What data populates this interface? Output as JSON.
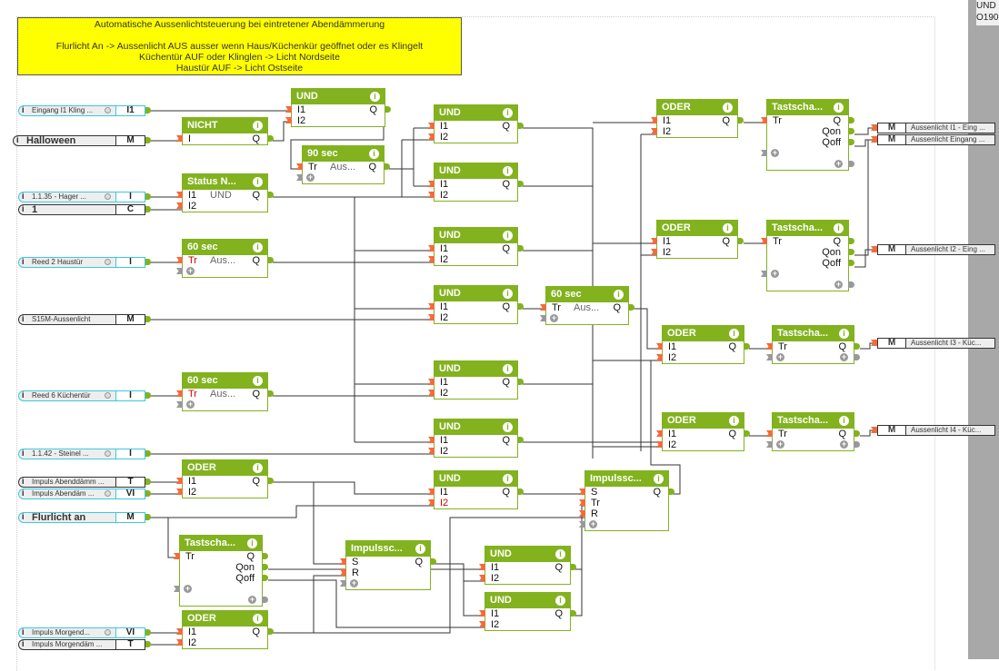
{
  "note": {
    "line1": "Automatische Aussenlichtsteuerung bei eintretener Abendämmerung",
    "line2": "Flurlicht An -> Aussenlicht AUS ausser wenn Haus/Küchenkür geöffnet oder es Klingelt",
    "line3": "Küchentür AUF oder Klinglen -> Licht Nordseite",
    "line4": "Haustür AUF -> Licht Ostseite"
  },
  "side_panel": {
    "line1": "UND",
    "line2": "O190"
  },
  "colors": {
    "block": "#82b21e",
    "input_pin": "#f26b3a",
    "note_bg": "#ffff00",
    "cyan": "#3cc8dc",
    "panel": "#a8a8a8"
  },
  "inputs": [
    {
      "label": "Eingang I1 Kling ...",
      "type": "I1"
    },
    {
      "label": "Halloween",
      "type": "M"
    },
    {
      "label": "1.1.35 - Hager ...",
      "type": "I"
    },
    {
      "label": "1",
      "type": "C"
    },
    {
      "label": "Reed 2 Haustür",
      "type": "I"
    },
    {
      "label": "S15M-Aussenlicht",
      "type": "M"
    },
    {
      "label": "Reed 6 Küchentür",
      "type": "I"
    },
    {
      "label": "1.1.42 - Steinel ...",
      "type": "I"
    },
    {
      "label": "Impuls Abenddämm ...",
      "type": "T"
    },
    {
      "label": "Impuls Abendäm ...",
      "type": "VI"
    },
    {
      "label": "Flurlicht an",
      "type": "M"
    },
    {
      "label": "Impuls Morgend...",
      "type": "VI"
    },
    {
      "label": "Impuls Morgendäm ...",
      "type": "T"
    }
  ],
  "outputs": [
    {
      "type": "M",
      "label": "Aussenlicht I1 - Eing ..."
    },
    {
      "type": "M",
      "label": "Aussenlicht Eingang ..."
    },
    {
      "type": "M",
      "label": "Aussenlicht I2 - Eing ..."
    },
    {
      "type": "M",
      "label": "Aussenlicht I3 - Küc..."
    },
    {
      "type": "M",
      "label": "Aussenlicht I4 - Küc..."
    }
  ],
  "blocks": {
    "und_top": {
      "title": "UND",
      "in": [
        "I1",
        "I2"
      ],
      "out": [
        "Q"
      ]
    },
    "nicht": {
      "title": "NICHT",
      "in": [
        "I"
      ],
      "out": [
        "Q"
      ]
    },
    "timer90": {
      "title": "90 sec",
      "in": [
        "Tr"
      ],
      "mid": "Aus...",
      "out": [
        "Q"
      ]
    },
    "status": {
      "title": "Status N...",
      "in": [
        "I1",
        "I2"
      ],
      "mid": "UND",
      "out": [
        "Q"
      ]
    },
    "timer60a": {
      "title": "60 sec",
      "in": [
        "Tr"
      ],
      "mid": "Aus...",
      "out": [
        "Q"
      ]
    },
    "timer60b": {
      "title": "60 sec",
      "in": [
        "Tr"
      ],
      "mid": "Aus...",
      "out": [
        "Q"
      ]
    },
    "timer60c": {
      "title": "60 sec",
      "in": [
        "Tr"
      ],
      "mid": "Aus...",
      "out": [
        "Q"
      ]
    },
    "und1": {
      "title": "UND",
      "in": [
        "I1",
        "I2"
      ],
      "out": [
        "Q"
      ]
    },
    "und2": {
      "title": "UND",
      "in": [
        "I1",
        "I2"
      ],
      "out": [
        "Q"
      ]
    },
    "und3": {
      "title": "UND",
      "in": [
        "I1",
        "I2"
      ],
      "out": [
        "Q"
      ]
    },
    "und4": {
      "title": "UND",
      "in": [
        "I1",
        "I2"
      ],
      "out": [
        "Q"
      ]
    },
    "und5": {
      "title": "UND",
      "in": [
        "I1",
        "I2"
      ],
      "out": [
        "Q"
      ]
    },
    "und6": {
      "title": "UND",
      "in": [
        "I1",
        "I2"
      ],
      "out": [
        "Q"
      ]
    },
    "und7": {
      "title": "UND",
      "in": [
        "I1",
        "I2"
      ],
      "out": [
        "Q"
      ]
    },
    "und8": {
      "title": "UND",
      "in": [
        "I1",
        "I2"
      ],
      "out": [
        "Q"
      ]
    },
    "und9": {
      "title": "UND",
      "in": [
        "I1",
        "I2"
      ],
      "out": [
        "Q"
      ]
    },
    "oder1": {
      "title": "ODER",
      "in": [
        "I1",
        "I2"
      ],
      "out": [
        "Q"
      ]
    },
    "oder2": {
      "title": "ODER",
      "in": [
        "I1",
        "I2"
      ],
      "out": [
        "Q"
      ]
    },
    "oder3": {
      "title": "ODER",
      "in": [
        "I1",
        "I2"
      ],
      "out": [
        "Q"
      ]
    },
    "oder4": {
      "title": "ODER",
      "in": [
        "I1",
        "I2"
      ],
      "out": [
        "Q"
      ]
    },
    "oder_abend": {
      "title": "ODER",
      "in": [
        "I1",
        "I2"
      ],
      "out": [
        "Q"
      ]
    },
    "oder_morgen": {
      "title": "ODER",
      "in": [
        "I1",
        "I2"
      ],
      "out": [
        "Q"
      ]
    },
    "tast1": {
      "title": "Tastscha...",
      "in": [
        "Tr"
      ],
      "out": [
        "Q",
        "Qon",
        "Qoff"
      ]
    },
    "tast2": {
      "title": "Tastscha...",
      "in": [
        "Tr"
      ],
      "out": [
        "Q",
        "Qon",
        "Qoff"
      ]
    },
    "tast3": {
      "title": "Tastscha...",
      "in": [
        "Tr"
      ],
      "out": [
        "Q"
      ]
    },
    "tast4": {
      "title": "Tastscha...",
      "in": [
        "Tr"
      ],
      "out": [
        "Q"
      ]
    },
    "tast_flur": {
      "title": "Tastscha...",
      "in": [
        "Tr"
      ],
      "out": [
        "Q",
        "Qon",
        "Qoff"
      ]
    },
    "impuls1": {
      "title": "Impulssc...",
      "in": [
        "S",
        "R"
      ],
      "out": [
        "Q"
      ]
    },
    "impuls2": {
      "title": "Impulssc...",
      "in": [
        "S",
        "Tr",
        "R"
      ],
      "out": [
        "Q"
      ]
    }
  },
  "info_glyph": "i",
  "plus_glyph": "+"
}
